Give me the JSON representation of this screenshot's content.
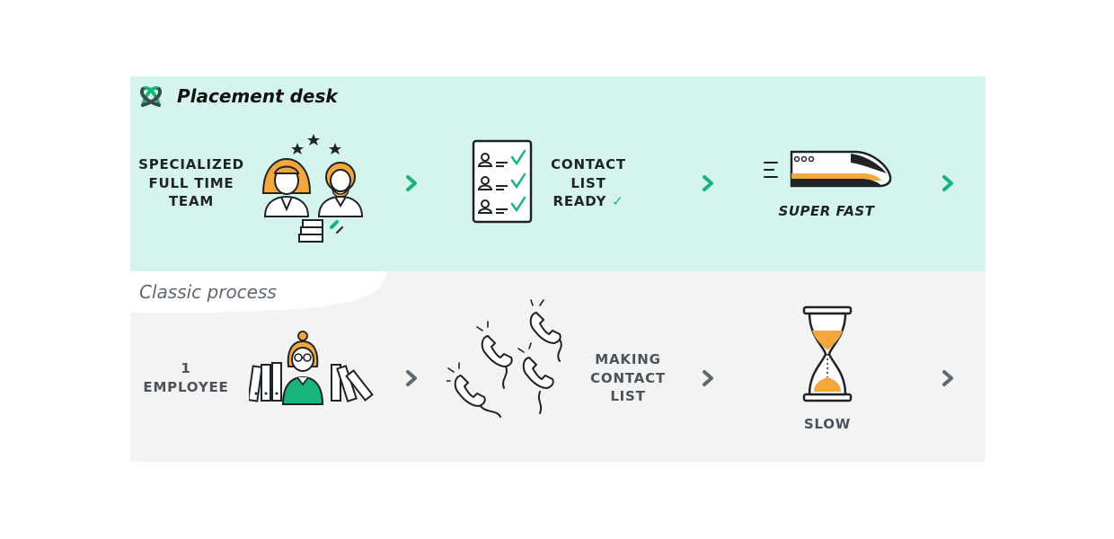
{
  "placement_desk": {
    "title": "Placement desk",
    "steps": [
      {
        "label": "SPECIALIZED\nFULL TIME\nTEAM"
      },
      {
        "label": "CONTACT\nLIST\nREADY ✓"
      },
      {
        "label": "SUPER FAST"
      }
    ]
  },
  "classic_process": {
    "title": "Classic process",
    "steps": [
      {
        "label": "1\nEMPLOYEE"
      },
      {
        "label": "MAKING\nCONTACT\nLIST"
      },
      {
        "label": "SLOW"
      }
    ]
  },
  "icons": [
    "logo-icon",
    "team-icon",
    "checklist-icon",
    "train-icon",
    "employee-icon",
    "phones-icon",
    "hourglass-icon",
    "chevron-right-icon"
  ],
  "colors": {
    "accent_green": "#18b57a",
    "mint_bg": "#d6f4ee",
    "gray_bg": "#f3f3f3",
    "orange": "#f4a73b",
    "chevron_gray": "#616970",
    "ink": "#1e2328"
  }
}
